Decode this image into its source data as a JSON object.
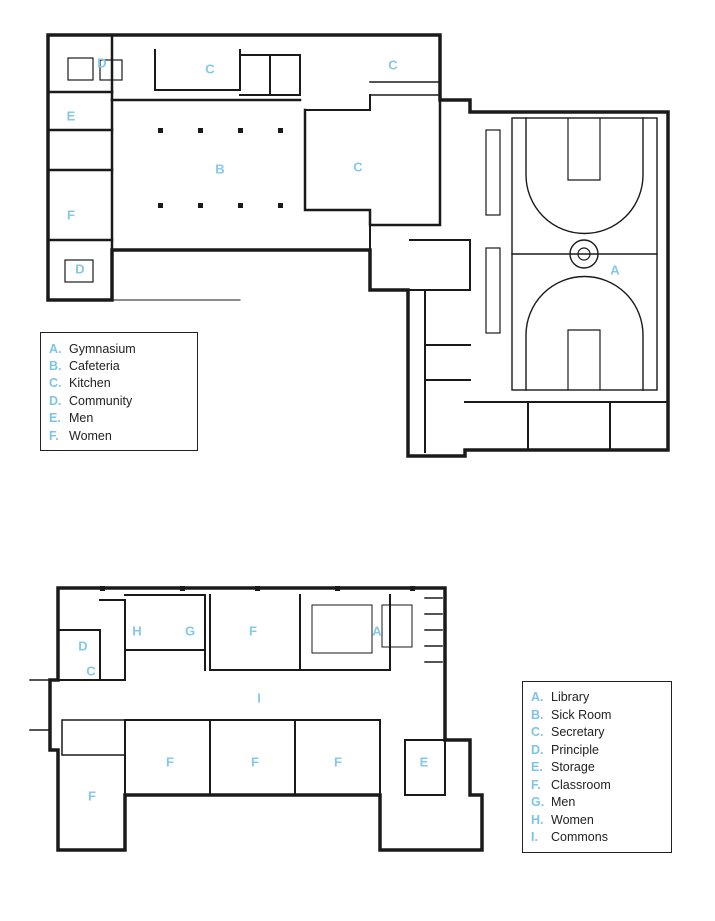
{
  "colors": {
    "wall": "#1a1a1a",
    "label": "#86c8e8",
    "legend_key": "#7fc3e6"
  },
  "upper_plan": {
    "legend": [
      {
        "key": "A.",
        "name": "Gymnasium"
      },
      {
        "key": "B.",
        "name": "Cafeteria"
      },
      {
        "key": "C.",
        "name": "Kitchen"
      },
      {
        "key": "D.",
        "name": "Community"
      },
      {
        "key": "E.",
        "name": "Men"
      },
      {
        "key": "F.",
        "name": "Women"
      }
    ],
    "rooms": [
      "A",
      "B",
      "C",
      "C",
      "C",
      "D",
      "D",
      "E",
      "F"
    ]
  },
  "lower_plan": {
    "legend": [
      {
        "key": "A.",
        "name": "Library"
      },
      {
        "key": "B.",
        "name": "Sick Room"
      },
      {
        "key": "C.",
        "name": "Secretary"
      },
      {
        "key": "D.",
        "name": "Principle"
      },
      {
        "key": "E.",
        "name": "Storage"
      },
      {
        "key": "F.",
        "name": "Classroom"
      },
      {
        "key": "G.",
        "name": "Men"
      },
      {
        "key": "H.",
        "name": "Women"
      },
      {
        "key": "I.",
        "name": "Commons"
      }
    ],
    "rooms": [
      "A",
      "C",
      "D",
      "E",
      "F",
      "F",
      "F",
      "F",
      "F",
      "G",
      "H",
      "I"
    ]
  }
}
